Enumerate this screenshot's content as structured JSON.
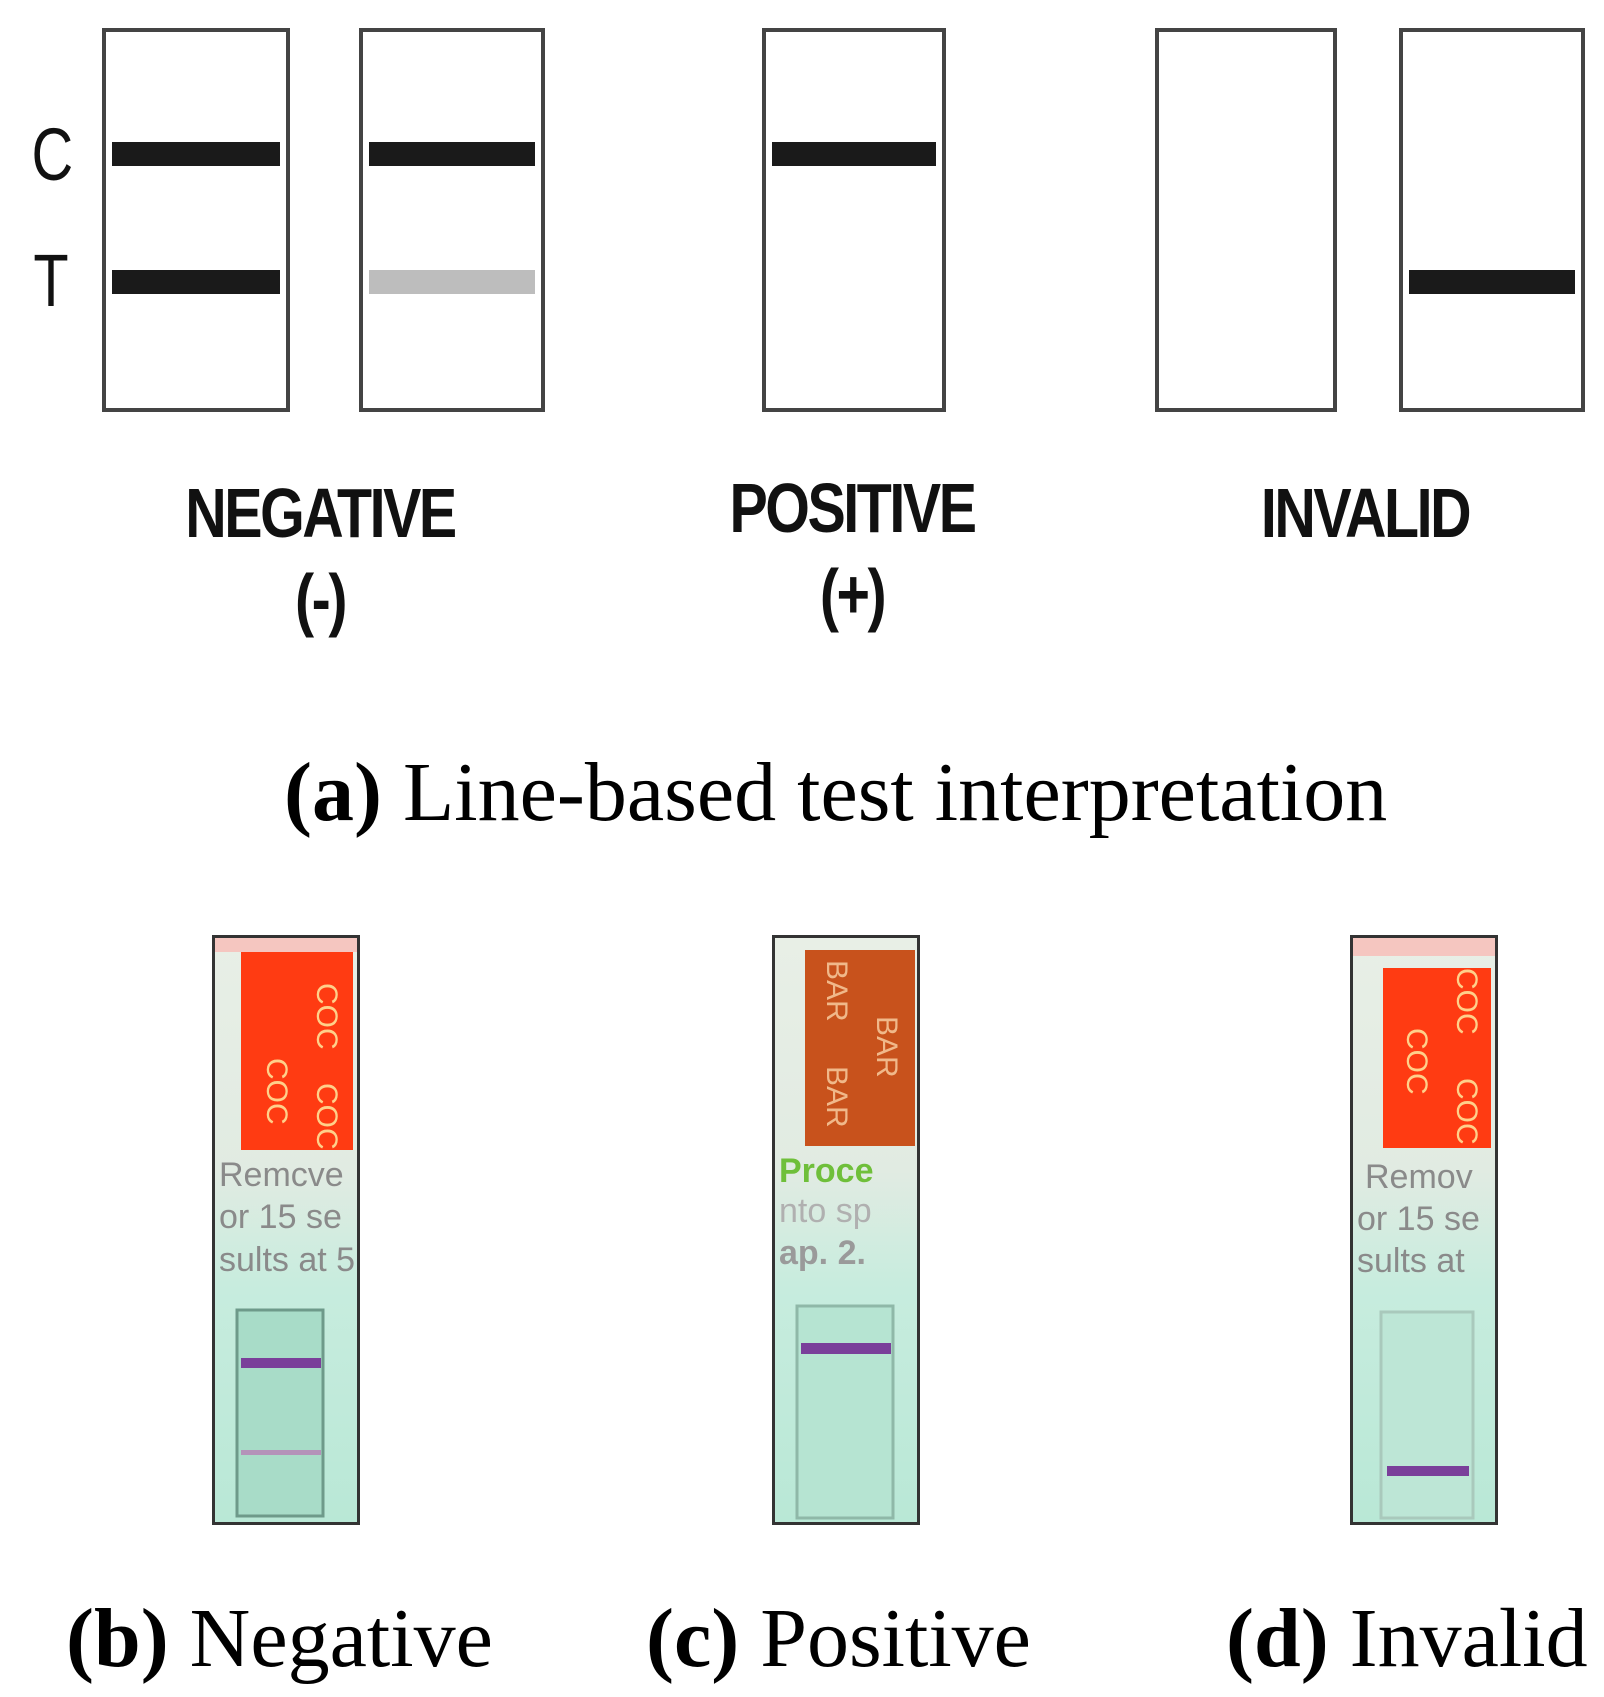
{
  "diagram": {
    "control_letter": "C",
    "test_letter": "T",
    "groups": [
      {
        "label": "NEGATIVE\n(-)"
      },
      {
        "label": "POSITIVE\n(+)"
      },
      {
        "label": "INVALID"
      }
    ],
    "line_colors": {
      "strong": "#1a1a1a",
      "faint": "#bdbdbd"
    },
    "caption_letter": "(a)",
    "caption_text": " Line-based test interpretation"
  },
  "strips": [
    {
      "drug_label": "COC",
      "instructions": [
        "Remcve",
        "or 15 se",
        "sults at 5"
      ],
      "label_color": "#ff3b12",
      "caption_letter": "(b)",
      "caption_text": " Negative"
    },
    {
      "drug_label": "BAR",
      "instructions": [
        "Proce",
        "nto sp",
        "ap.  2."
      ],
      "label_color": "#c8521c",
      "caption_letter": "(c)",
      "caption_text": " Positive"
    },
    {
      "drug_label": "COC",
      "instructions": [
        "Remov",
        "or 15 se",
        "sults at"
      ],
      "label_color": "#ff3b12",
      "caption_letter": "(d)",
      "caption_text": " Invalid"
    }
  ],
  "colors": {
    "test_line_purple": "#7a3f9a",
    "instruction_green": "#6fbf3a"
  }
}
